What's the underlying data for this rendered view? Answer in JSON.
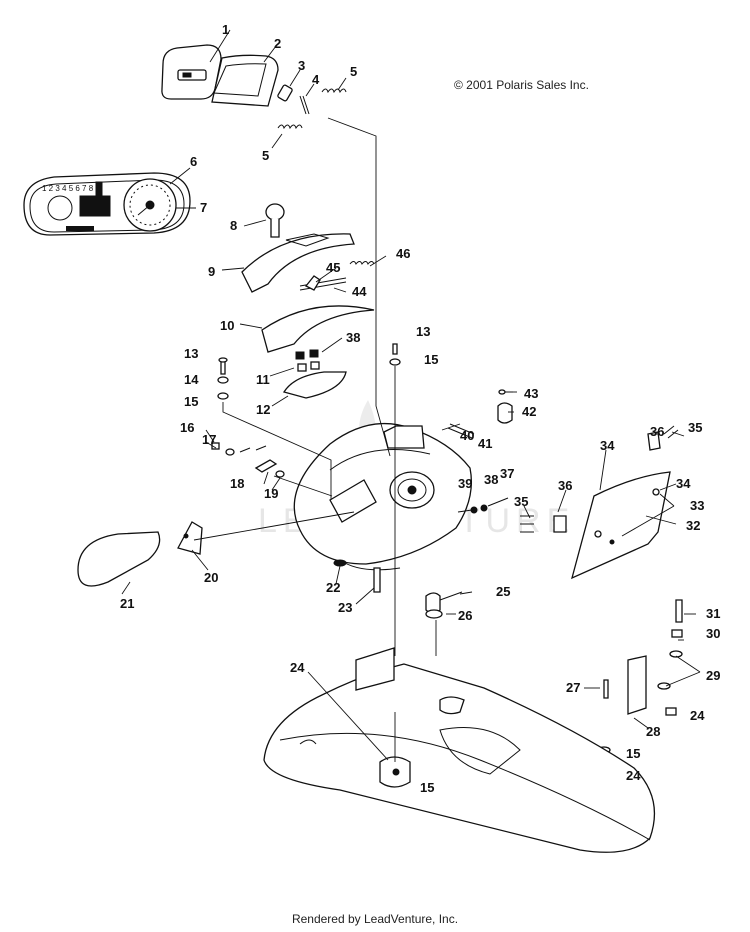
{
  "copyright": "© 2001 Polaris Sales Inc.",
  "footer": "Rendered by LeadVenture, Inc.",
  "watermark": "LEADVENTURE",
  "gauge_numbers": "1 2 3 4 5 6 7 8",
  "callouts": [
    "1",
    "2",
    "3",
    "4",
    "5",
    "5",
    "6",
    "7",
    "8",
    "9",
    "10",
    "11",
    "12",
    "13",
    "14",
    "15",
    "13",
    "15",
    "16",
    "17",
    "18",
    "19",
    "20",
    "21",
    "22",
    "23",
    "24",
    "15",
    "25",
    "26",
    "27",
    "28",
    "29",
    "24",
    "15",
    "24",
    "30",
    "31",
    "32",
    "33",
    "34",
    "34",
    "35",
    "36",
    "36",
    "35",
    "37",
    "38",
    "38",
    "39",
    "40",
    "41",
    "42",
    "43",
    "44",
    "45",
    "46"
  ]
}
